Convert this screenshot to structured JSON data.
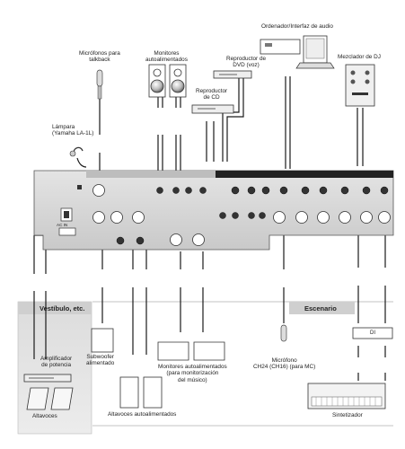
{
  "devices": {
    "talkback_mics": {
      "line1": "Micrófonos para",
      "line2": "talkback"
    },
    "monitors_top": {
      "line1": "Monitores",
      "line2": "autoalimentados"
    },
    "computer": {
      "label": "Ordenador/Interfaz de audio"
    },
    "dvd": {
      "line1": "Reproductor de",
      "line2": "DVD (voz)"
    },
    "cd": {
      "line1": "Reproductor",
      "line2": "de CD"
    },
    "dj_mixer": {
      "label": "Mezclador de DJ"
    },
    "lamp": {
      "line1": "Lámpara",
      "line2": "(Yamaha LA-1L)"
    },
    "amp": {
      "line1": "Amplificador",
      "line2": "de potencia"
    },
    "speakers": {
      "label": "Altavoces"
    },
    "subwoofer": {
      "line1": "Subwoofer",
      "line2": "alimentado"
    },
    "self_powered": {
      "label": "Altavoces autoalimentados"
    },
    "musician_monitors": {
      "line1": "Monitores autoalimentados",
      "line2": "(para monitorización",
      "line3": "del músico)"
    },
    "stage_mic": {
      "line1": "Micrófono",
      "line2": "CH24 (CH16) (para MC)"
    },
    "synth": {
      "label": "Sintetizador"
    }
  },
  "zones": {
    "lobby": "Vestíbulo, etc.",
    "stage": "Escenario"
  },
  "panel": {
    "ac_in": "AC IN",
    "di": "DI"
  }
}
